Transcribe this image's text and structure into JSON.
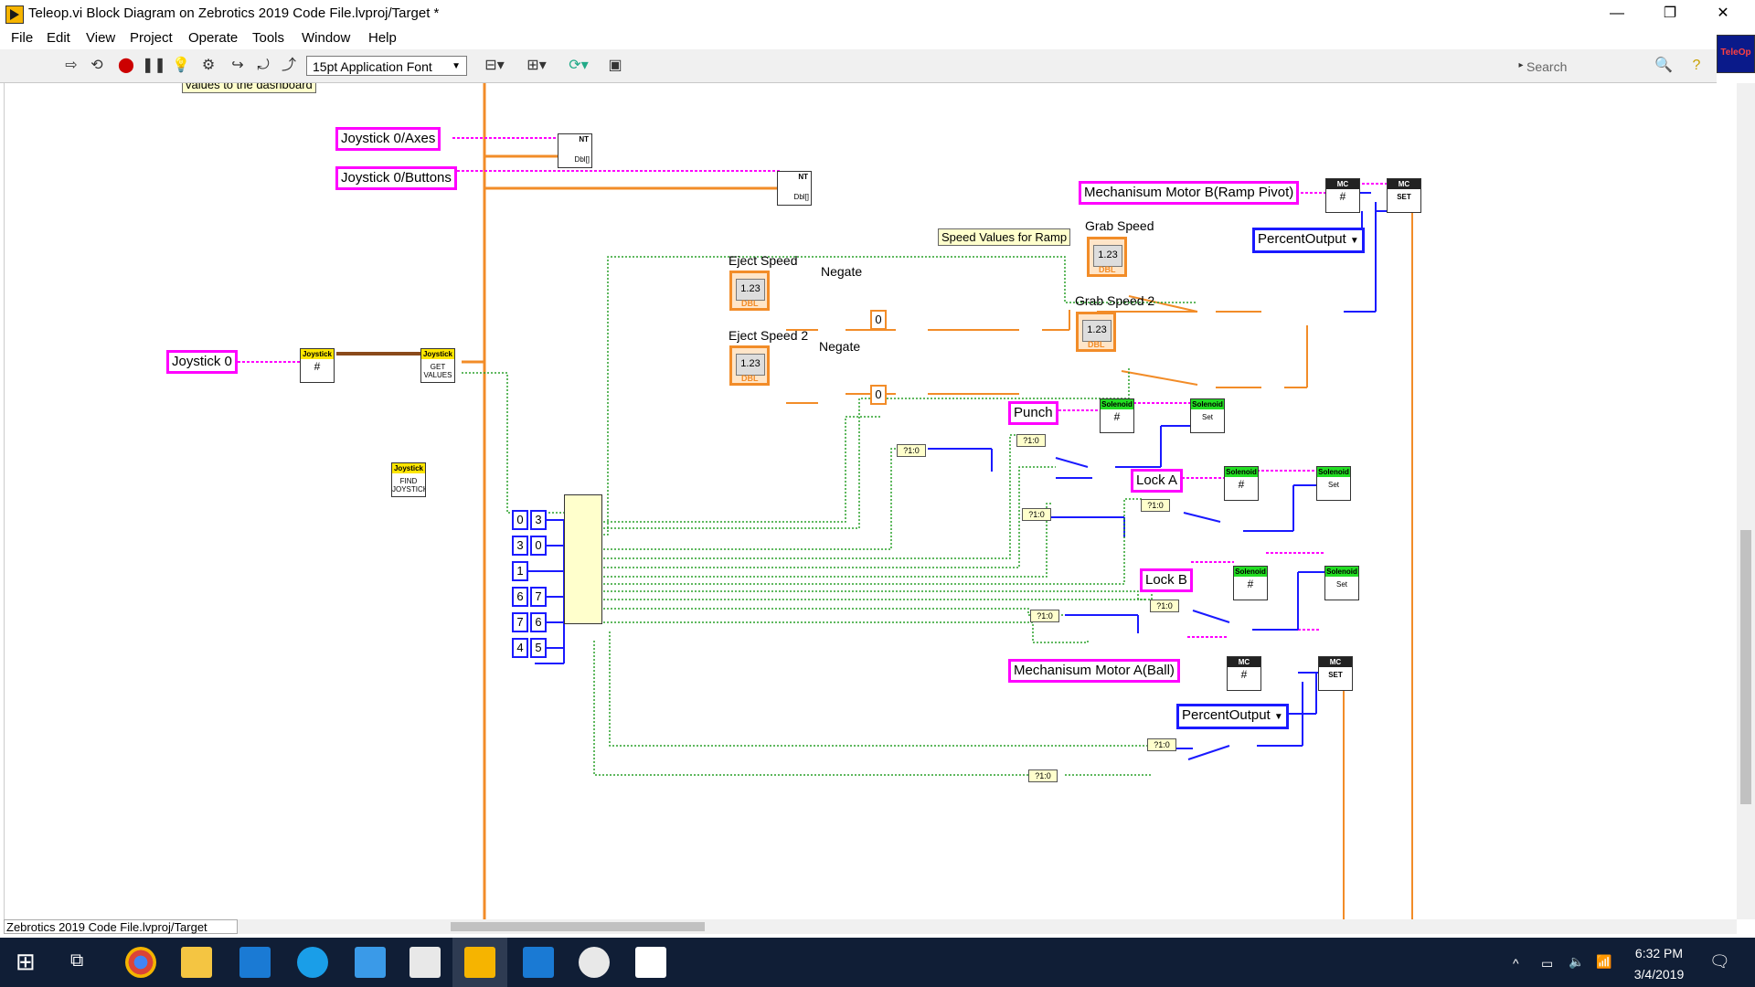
{
  "window": {
    "title": "Teleop.vi Block Diagram on Zebrotics 2019 Code File.lvproj/Target *",
    "controls": {
      "minimize": "—",
      "restore": "❐",
      "close": "✕"
    }
  },
  "menu": [
    "File",
    "Edit",
    "View",
    "Project",
    "Operate",
    "Tools",
    "Window",
    "Help"
  ],
  "toolbar": {
    "font_select": "15pt Application Font",
    "search_placeholder": "Search",
    "corner_label": "TeleOp"
  },
  "diagram": {
    "top_note": "values to the dashboard",
    "labels": {
      "joystick_axes": "Joystick 0/Axes",
      "joystick_buttons": "Joystick 0/Buttons",
      "joystick0": "Joystick 0",
      "motor_b": "Mechanisum Motor B(Ramp Pivot)",
      "motor_a": "Mechanisum Motor A(Ball)",
      "punch": "Punch",
      "lock_a": "Lock A",
      "lock_b": "Lock B",
      "percent_output_1": "PercentOutput",
      "percent_output_2": "PercentOutput"
    },
    "free_text": {
      "eject_speed": "Eject Speed",
      "eject_speed_2": "Eject Speed 2",
      "negate_1": "Negate",
      "negate_2": "Negate",
      "grab_speed": "Grab Speed",
      "grab_speed_2": "Grab Speed 2",
      "ramp_note": "Speed Values for Ramp"
    },
    "control_value": "1.23",
    "control_type": "DBL",
    "constants": [
      "0",
      "0"
    ],
    "index_pairs": [
      [
        "0",
        "3"
      ],
      [
        "3",
        "0"
      ],
      [
        "1",
        ""
      ],
      [
        "6",
        "7"
      ],
      [
        "7",
        "6"
      ],
      [
        "4",
        "5"
      ]
    ],
    "subvis": {
      "nt": "NT",
      "dbl_arr": "Dbl[]",
      "joystick": "Joystick",
      "get_values": "GET VALUES",
      "find_joystick": "FIND JOYSTICK",
      "solenoid": "Solenoid",
      "set": "Set",
      "mc": "MC",
      "mc_set": "SET"
    },
    "select_label": "?1:0"
  },
  "status_path": "Zebrotics 2019 Code File.lvproj/Target",
  "taskbar": {
    "time": "6:32 PM",
    "date": "3/4/2019"
  }
}
